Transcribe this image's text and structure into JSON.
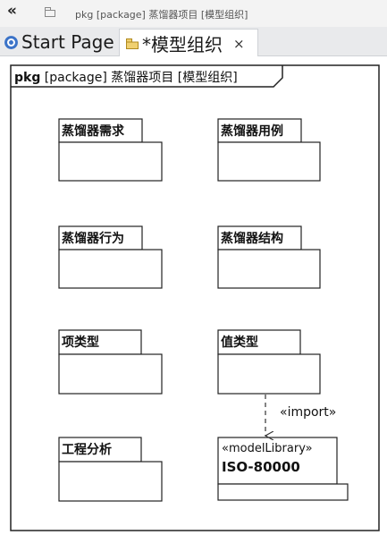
{
  "toolbar": {
    "collapse_icon": "double-chevron-left-icon",
    "breadcrumb": "pkg [package] 蒸馏器项目 [模型组织]"
  },
  "tabs": [
    {
      "label": "Start Page",
      "icon": "start-page-icon"
    },
    {
      "label": "*模型组织",
      "icon": "package-model-icon",
      "close": "×"
    }
  ],
  "diagram": {
    "frame_keyword": "pkg",
    "frame_rest": " [package] 蒸馏器项目 [模型组织]",
    "packages": [
      {
        "name": "蒸馏器需求"
      },
      {
        "name": "蒸馏器用例"
      },
      {
        "name": "蒸馏器行为"
      },
      {
        "name": "蒸馏器结构"
      },
      {
        "name": "项类型"
      },
      {
        "name": "值类型"
      },
      {
        "name": "工程分析"
      }
    ],
    "model_library": {
      "stereotype": "«modelLibrary»",
      "name": "ISO-80000"
    },
    "import_label": "«import»"
  }
}
